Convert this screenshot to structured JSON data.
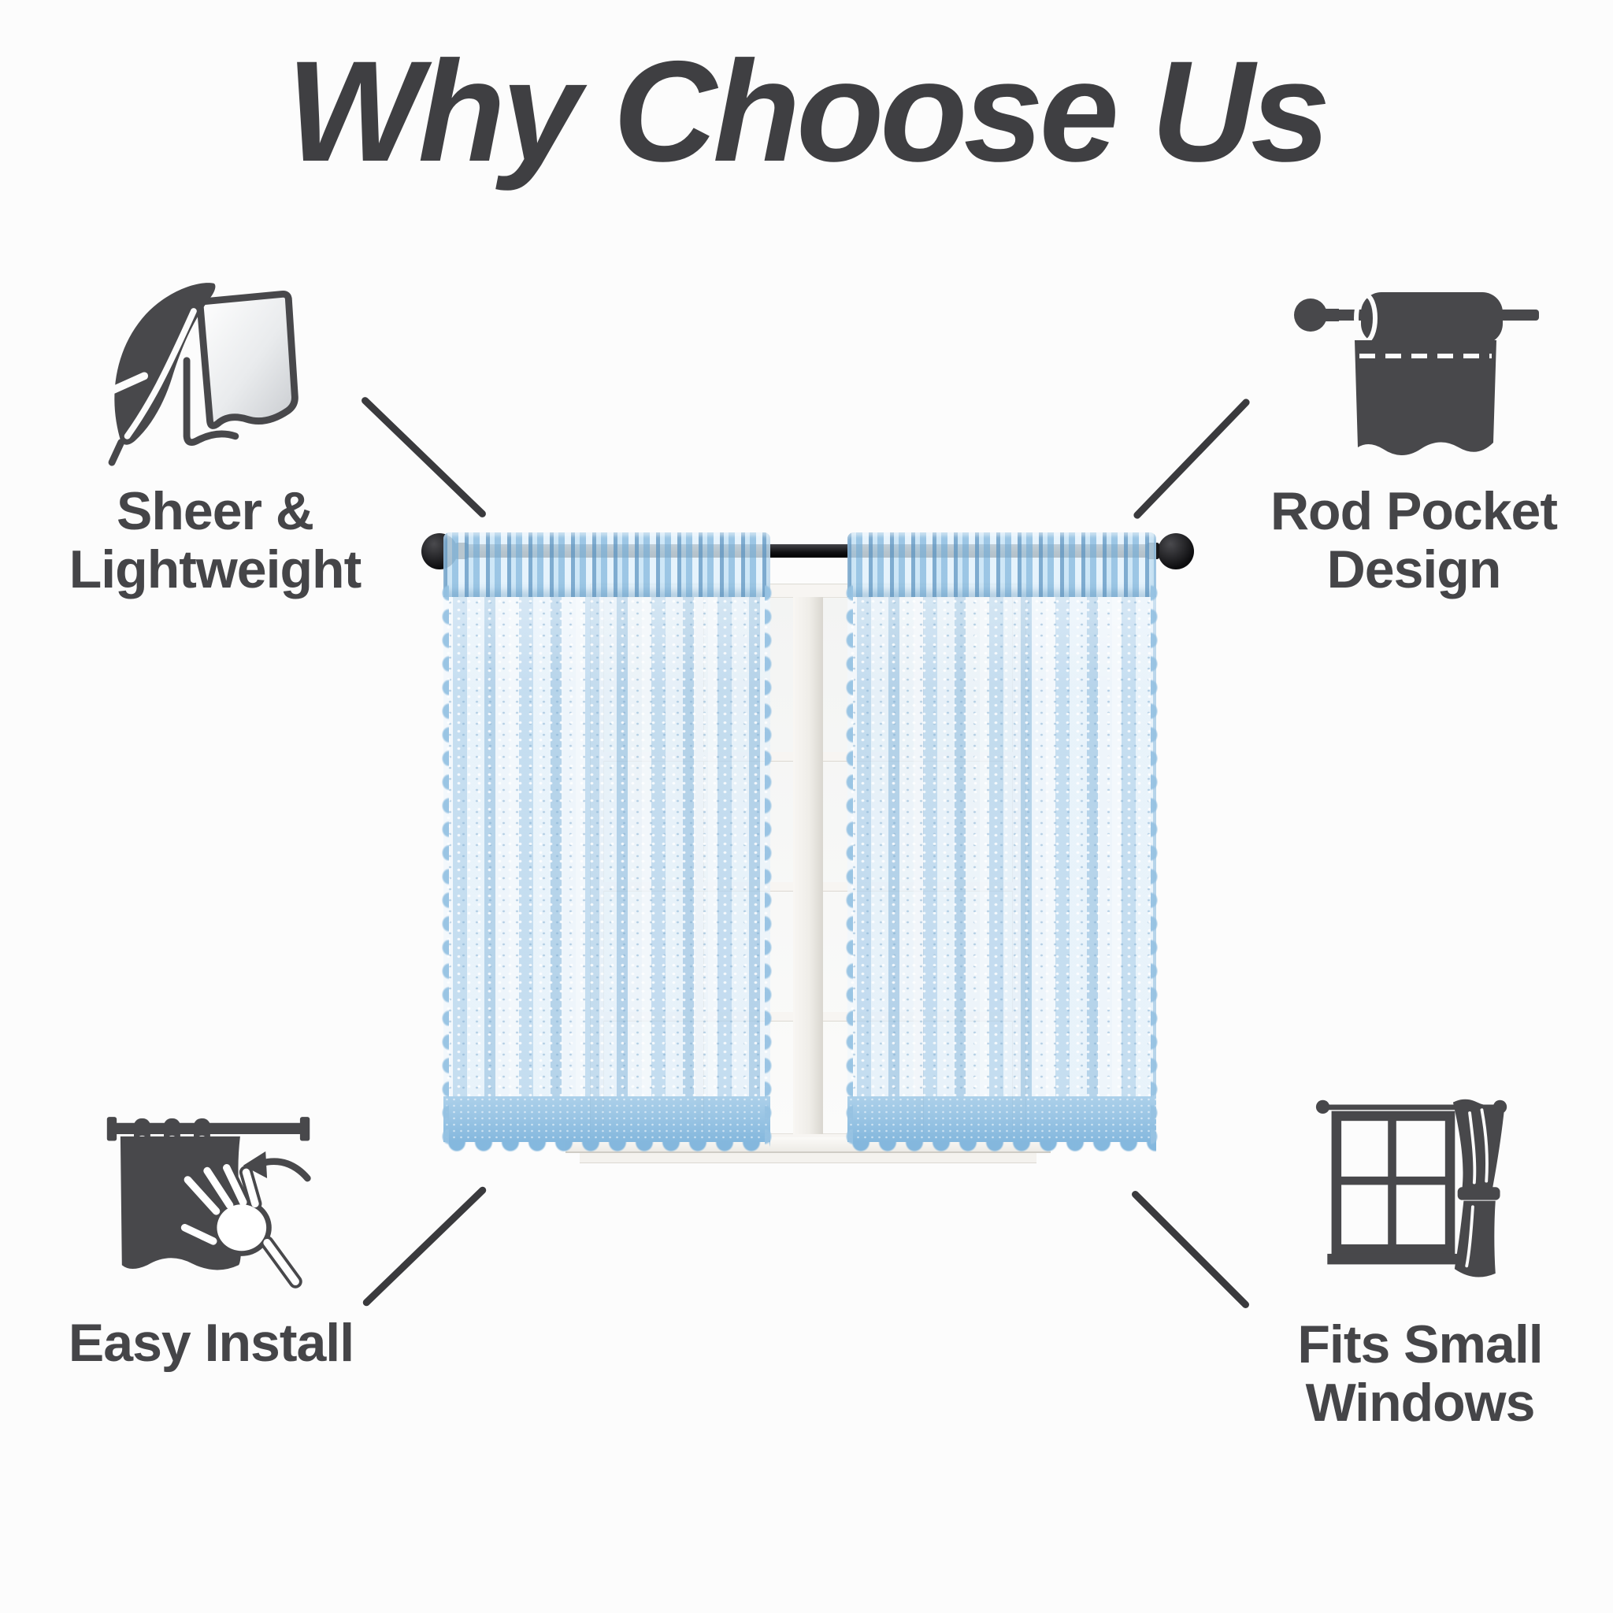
{
  "page": {
    "title": "Why Choose Us"
  },
  "features": {
    "sheer_lightweight": {
      "line1": "Sheer &",
      "line2": "Lightweight",
      "icon": "feather-sheet-icon"
    },
    "rod_pocket": {
      "line1": "Rod Pocket",
      "line2": "Design",
      "icon": "rod-pocket-valance-icon"
    },
    "easy_install": {
      "line1": "Easy Install",
      "line2": "",
      "icon": "hand-install-curtain-icon"
    },
    "fits_small_windows": {
      "line1": "Fits Small",
      "line2": "Windows",
      "icon": "small-window-curtain-icon"
    }
  },
  "colors": {
    "title_gray": "#3f3f42",
    "label_gray": "#454548",
    "icon_gray": "#48484b",
    "curtain_blue": "#a9cfe9",
    "hem_blue": "#7eb4dc",
    "rod_black": "#141416",
    "window_frame": "#f7f5f2",
    "background": "#fcfcfc"
  }
}
